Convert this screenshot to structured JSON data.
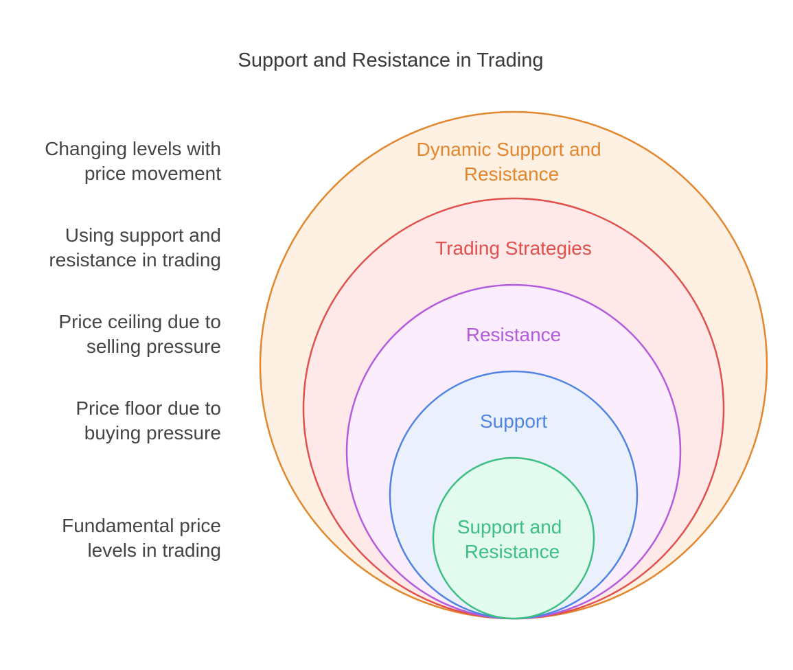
{
  "title": "Support and Resistance in Trading",
  "descriptions": [
    {
      "line1": "Changing levels with",
      "line2": "price movement"
    },
    {
      "line1": "Using support and",
      "line2": "resistance in trading"
    },
    {
      "line1": "Price ceiling due to",
      "line2": "selling pressure"
    },
    {
      "line1": "Price floor due to",
      "line2": "buying pressure"
    },
    {
      "line1": "Fundamental price",
      "line2": "levels in trading"
    }
  ],
  "rings": [
    {
      "line1": "Dynamic Support and",
      "line2": "Resistance",
      "stroke": "#E2872E",
      "fill": "#FEF0E2",
      "text": "#E2872E"
    },
    {
      "line1": "Trading Strategies",
      "line2": "",
      "stroke": "#E0514E",
      "fill": "#FEE8E8",
      "text": "#E0514E"
    },
    {
      "line1": "Resistance",
      "line2": "",
      "stroke": "#B35BDF",
      "fill": "#FBEDFB",
      "text": "#B35BDF"
    },
    {
      "line1": "Support",
      "line2": "",
      "stroke": "#4F84E2",
      "fill": "#EAF1FC",
      "text": "#4F84E2"
    },
    {
      "line1": "Support and",
      "line2": "Resistance",
      "stroke": "#3DBE82",
      "fill": "#E3FBEE",
      "text": "#3DBE82"
    }
  ]
}
